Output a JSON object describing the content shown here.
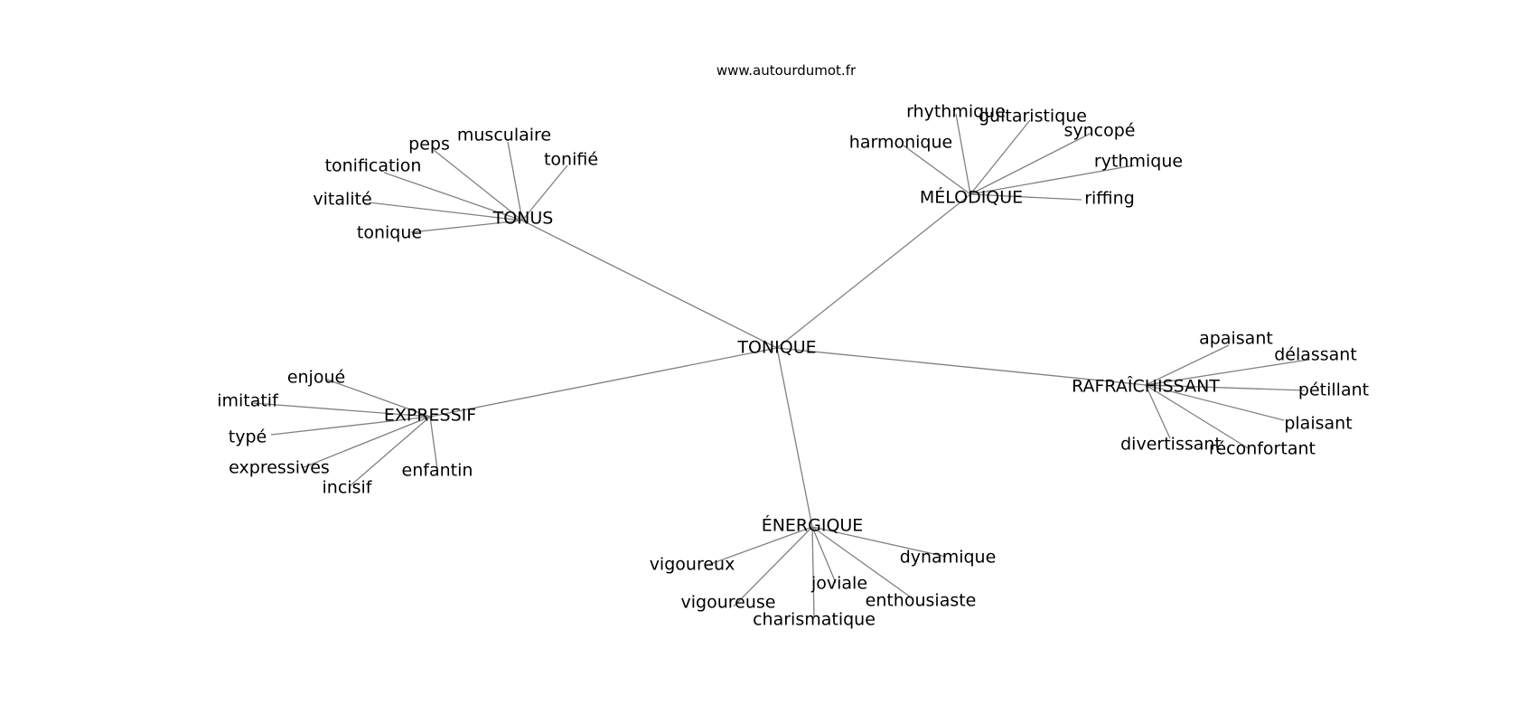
{
  "source": "www.autourdumot.fr",
  "center": "TONIQUE",
  "groups": [
    {
      "name": "TONUS",
      "words": [
        "peps",
        "musculaire",
        "tonifié",
        "tonification",
        "vitalité",
        "tonique"
      ]
    },
    {
      "name": "MÉLODIQUE",
      "words": [
        "rhythmique",
        "guitaristique",
        "syncopé",
        "harmonique",
        "rythmique",
        "riffing"
      ]
    },
    {
      "name": "RAFRAÎCHISSANT",
      "words": [
        "apaisant",
        "délassant",
        "pétillant",
        "plaisant",
        "divertissant",
        "réconfortant"
      ]
    },
    {
      "name": "ÉNERGIQUE",
      "words": [
        "dynamique",
        "vigoureux",
        "joviale",
        "vigoureuse",
        "enthousiaste",
        "charismatique"
      ]
    },
    {
      "name": "EXPRESSIF",
      "words": [
        "enjoué",
        "imitatif",
        "typé",
        "expressives",
        "incisif",
        "enfantin"
      ]
    }
  ]
}
